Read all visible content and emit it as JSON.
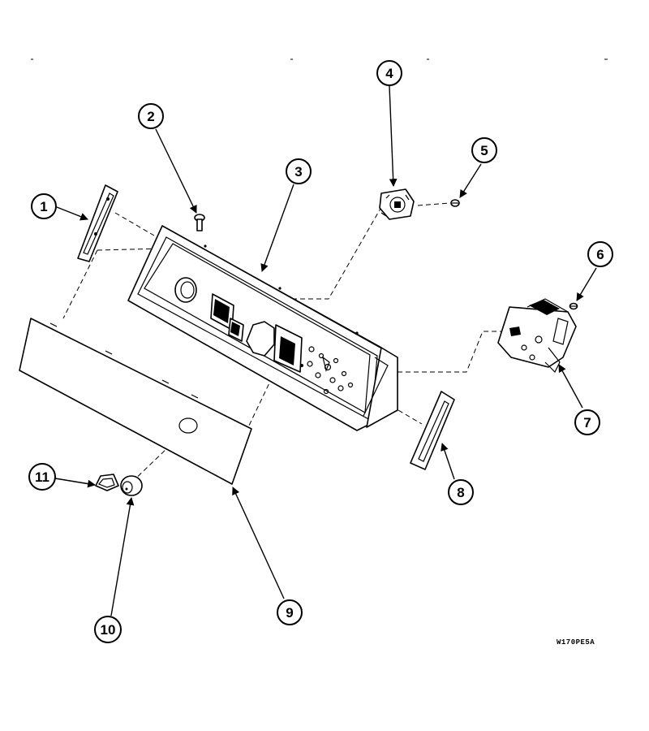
{
  "callouts": [
    {
      "id": "1",
      "label": "1"
    },
    {
      "id": "2",
      "label": "2"
    },
    {
      "id": "3",
      "label": "3"
    },
    {
      "id": "4",
      "label": "4"
    },
    {
      "id": "5",
      "label": "5"
    },
    {
      "id": "6",
      "label": "6"
    },
    {
      "id": "7",
      "label": "7"
    },
    {
      "id": "8",
      "label": "8"
    },
    {
      "id": "9",
      "label": "9"
    },
    {
      "id": "10",
      "label": "10"
    },
    {
      "id": "11",
      "label": "11"
    }
  ],
  "drawing_code": "W170PE5A"
}
